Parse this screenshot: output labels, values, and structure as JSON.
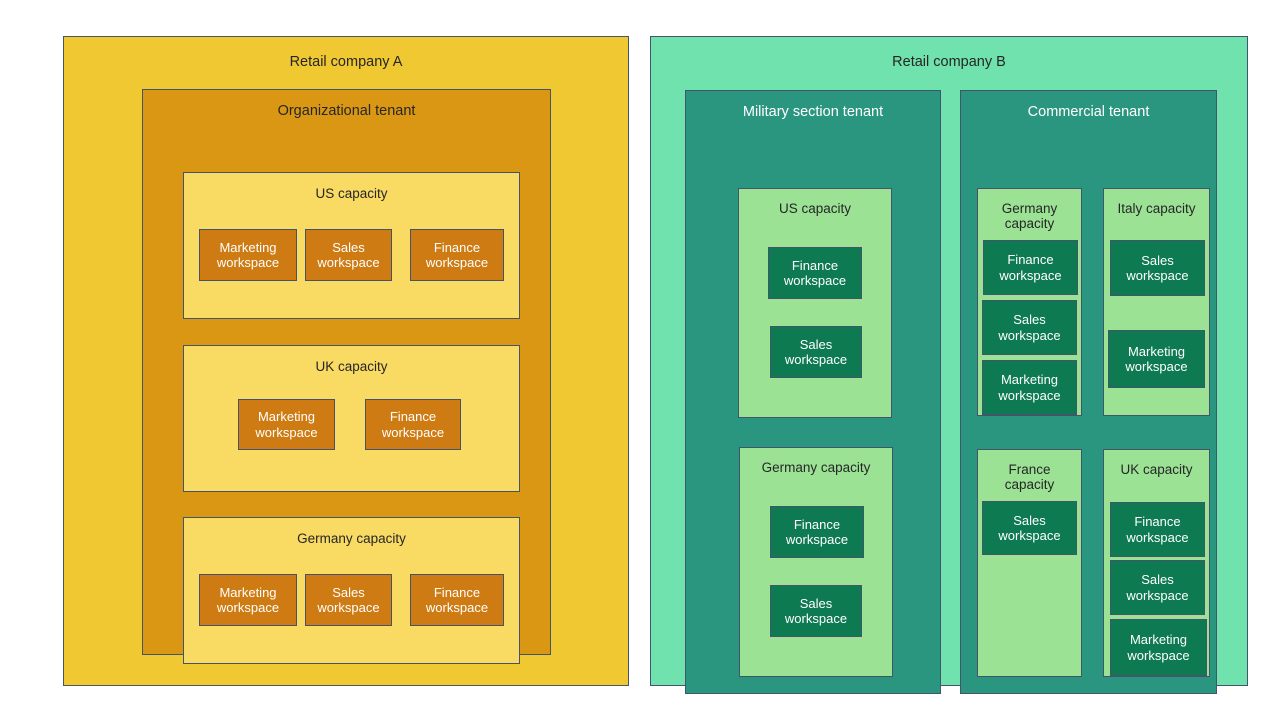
{
  "diagram": {
    "title_hidden": "",
    "colors": {
      "company_a_bg": "#F0C832",
      "tenant_a_bg": "#DA9714",
      "capacity_a_bg": "#F9DA63",
      "workspace_a_bg": "#CE7B13",
      "company_b_bg": "#6FE2AE",
      "tenant_b_bg": "#2B967F",
      "capacity_b_bg": "#9BE295",
      "workspace_b_bg": "#0D7A52",
      "border": "#44546A",
      "page_bg": "#FFFFFF"
    }
  },
  "company_a": {
    "label": "Retail company A",
    "tenant": {
      "label": "Organizational tenant",
      "capacities": [
        {
          "label": "US capacity",
          "workspaces": [
            {
              "label": "Marketing\nworkspace"
            },
            {
              "label": "Sales\nworkspace"
            },
            {
              "label": "Finance\nworkspace"
            }
          ]
        },
        {
          "label": "UK capacity",
          "workspaces": [
            {
              "label": "Marketing\nworkspace"
            },
            {
              "label": "Finance\nworkspace"
            }
          ]
        },
        {
          "label": "Germany capacity",
          "workspaces": [
            {
              "label": "Marketing\nworkspace"
            },
            {
              "label": "Sales\nworkspace"
            },
            {
              "label": "Finance\nworkspace"
            }
          ]
        }
      ]
    }
  },
  "company_b": {
    "label": "Retail company B",
    "tenants": [
      {
        "label": "Military section tenant",
        "capacities": [
          {
            "label": "US capacity",
            "workspaces": [
              {
                "label": "Finance\nworkspace"
              },
              {
                "label": "Sales\nworkspace"
              }
            ]
          },
          {
            "label": "Germany capacity",
            "workspaces": [
              {
                "label": "Finance\nworkspace"
              },
              {
                "label": "Sales\nworkspace"
              }
            ]
          }
        ]
      },
      {
        "label": "Commercial tenant",
        "capacities": [
          {
            "label": "Germany\ncapacity",
            "workspaces": [
              {
                "label": "Finance\nworkspace"
              },
              {
                "label": "Sales\nworkspace"
              },
              {
                "label": "Marketing\nworkspace"
              }
            ]
          },
          {
            "label": "Italy capacity",
            "workspaces": [
              {
                "label": "Sales\nworkspace"
              },
              {
                "label": "Marketing\nworkspace"
              }
            ]
          },
          {
            "label": "France\ncapacity",
            "workspaces": [
              {
                "label": "Sales\nworkspace"
              }
            ]
          },
          {
            "label": "UK capacity",
            "workspaces": [
              {
                "label": "Finance\nworkspace"
              },
              {
                "label": "Sales\nworkspace"
              },
              {
                "label": "Marketing\nworkspace"
              }
            ]
          }
        ]
      }
    ]
  }
}
